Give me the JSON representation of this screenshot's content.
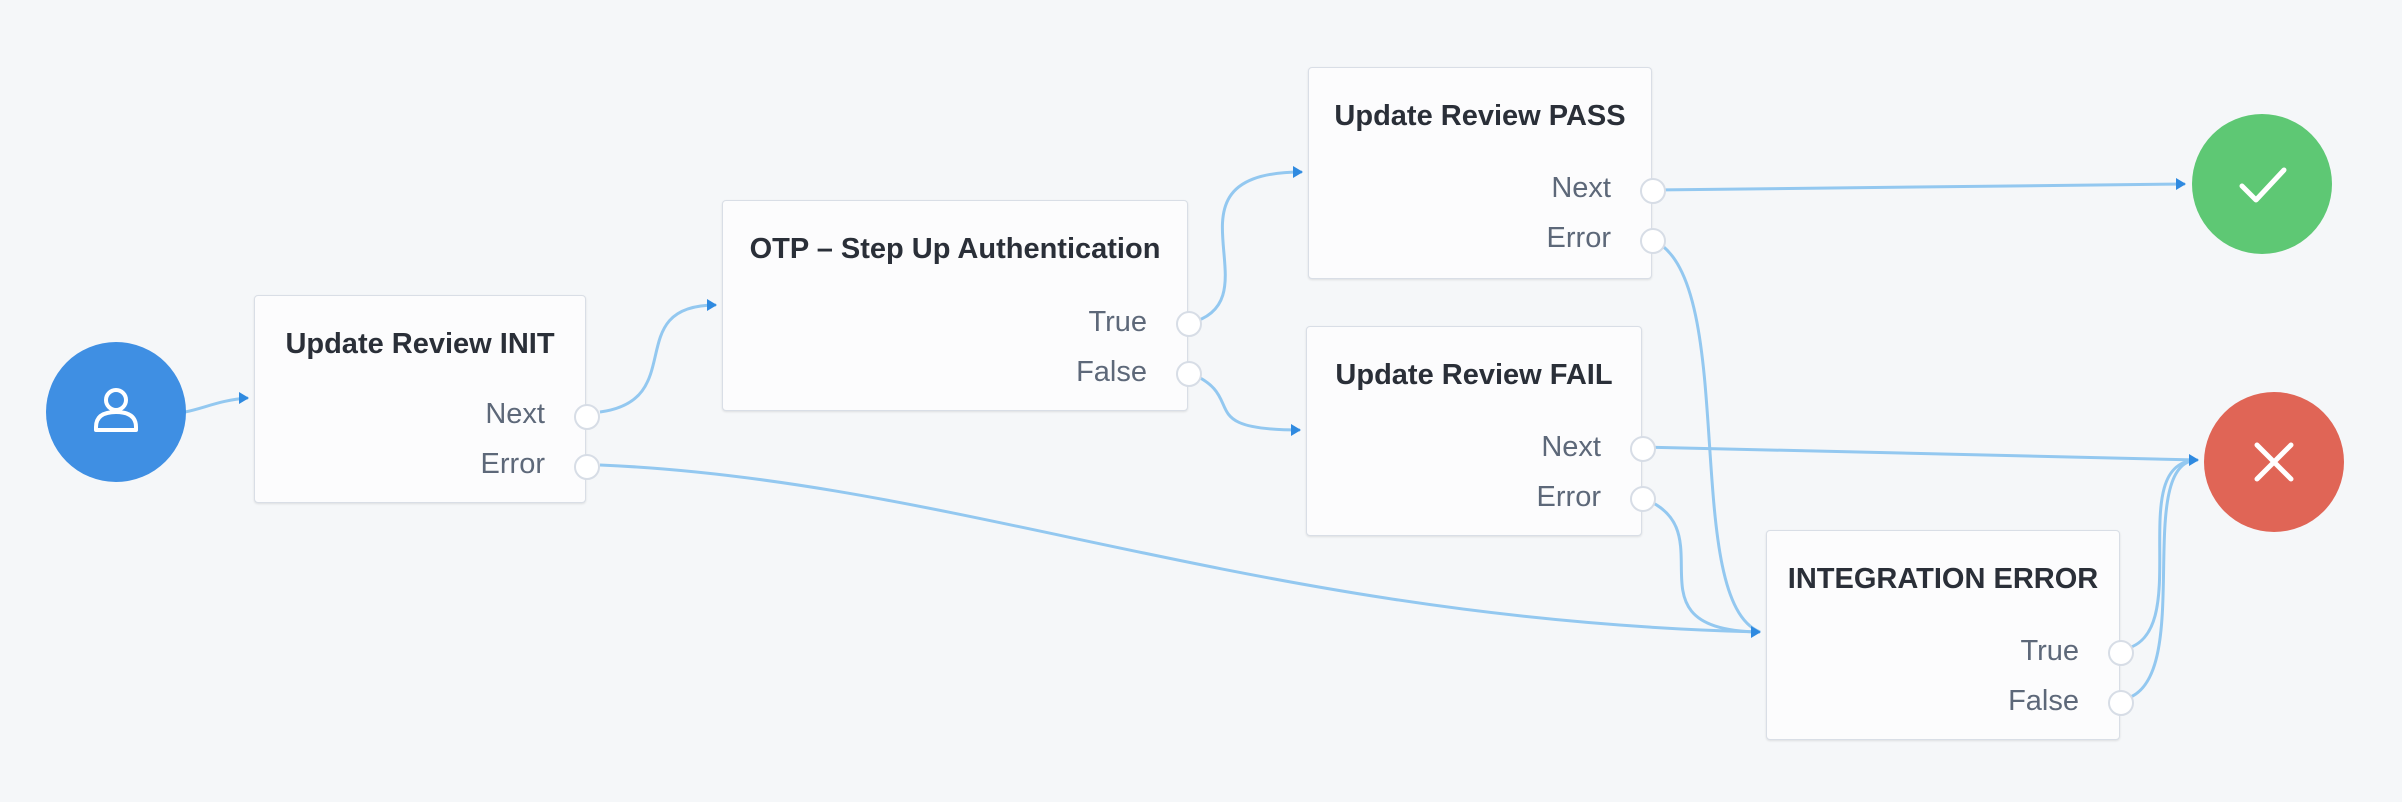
{
  "colors": {
    "background": "#f5f7f9",
    "connector": "#93c8f0",
    "arrow": "#2f8ae0",
    "start": "#3f8fe3",
    "success": "#5ec874",
    "failure": "#e06556"
  },
  "start": {
    "icon": "user-icon"
  },
  "success": {
    "icon": "check-icon"
  },
  "failure": {
    "icon": "close-icon"
  },
  "nodes": {
    "init": {
      "title": "Update Review INIT",
      "outcomes": [
        "Next",
        "Error"
      ]
    },
    "otp": {
      "title": "OTP – Step Up Authentication",
      "outcomes": [
        "True",
        "False"
      ]
    },
    "pass": {
      "title": "Update Review PASS",
      "outcomes": [
        "Next",
        "Error"
      ]
    },
    "fail": {
      "title": "Update Review FAIL",
      "outcomes": [
        "Next",
        "Error"
      ]
    },
    "integration": {
      "title": "INTEGRATION ERROR",
      "outcomes": [
        "True",
        "False"
      ]
    }
  }
}
